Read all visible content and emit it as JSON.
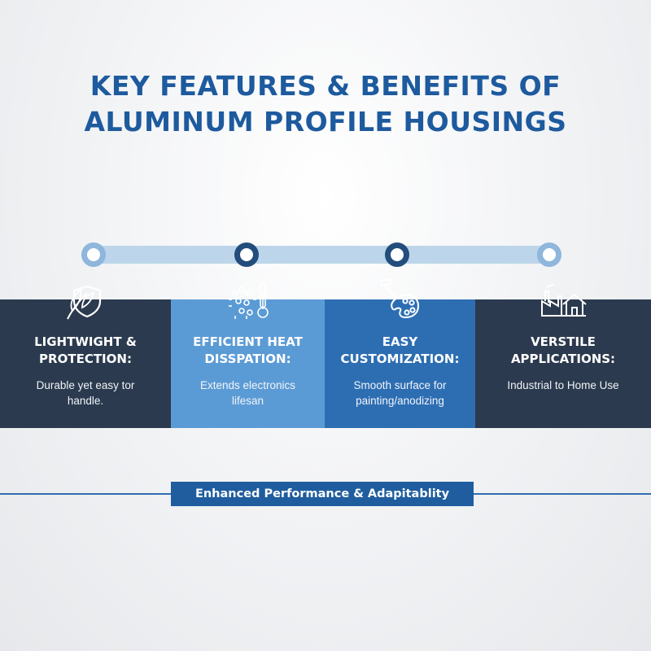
{
  "title": {
    "line1": "KEY FEATURES & BENEFITS OF",
    "line2": "ALUMINUM PROFILE HOUSINGS"
  },
  "colors": {
    "title": "#1d5a9e",
    "panel_dark": "#2b3a4e",
    "panel_light_blue": "#5b9bd5",
    "panel_blue": "#2d6eb3",
    "timeline_bar": "#bcd5ea",
    "footer_box": "#1f5d9f"
  },
  "features": [
    {
      "title": "LIGHTWIGHT &\nPROTECTION:",
      "description": "Durable yet easy tor\nhandle.",
      "icon": "feather-shield-icon"
    },
    {
      "title": "EFFICIENT HEAT\nDISSPATION:",
      "description": "Extends electronics\nlifesan",
      "icon": "circuit-thermometer-icon"
    },
    {
      "title": "EASY\nCUSTOMIZATION:",
      "description": "Smooth surface for\npainting/anodizing",
      "icon": "paint-palette-icon"
    },
    {
      "title": "VERSTILE\nAPPLICATIONS:",
      "description": "Industrial to Home Use",
      "icon": "factory-house-icon"
    }
  ],
  "footer": {
    "label": "Enhanced Performance & Adapitablity"
  }
}
